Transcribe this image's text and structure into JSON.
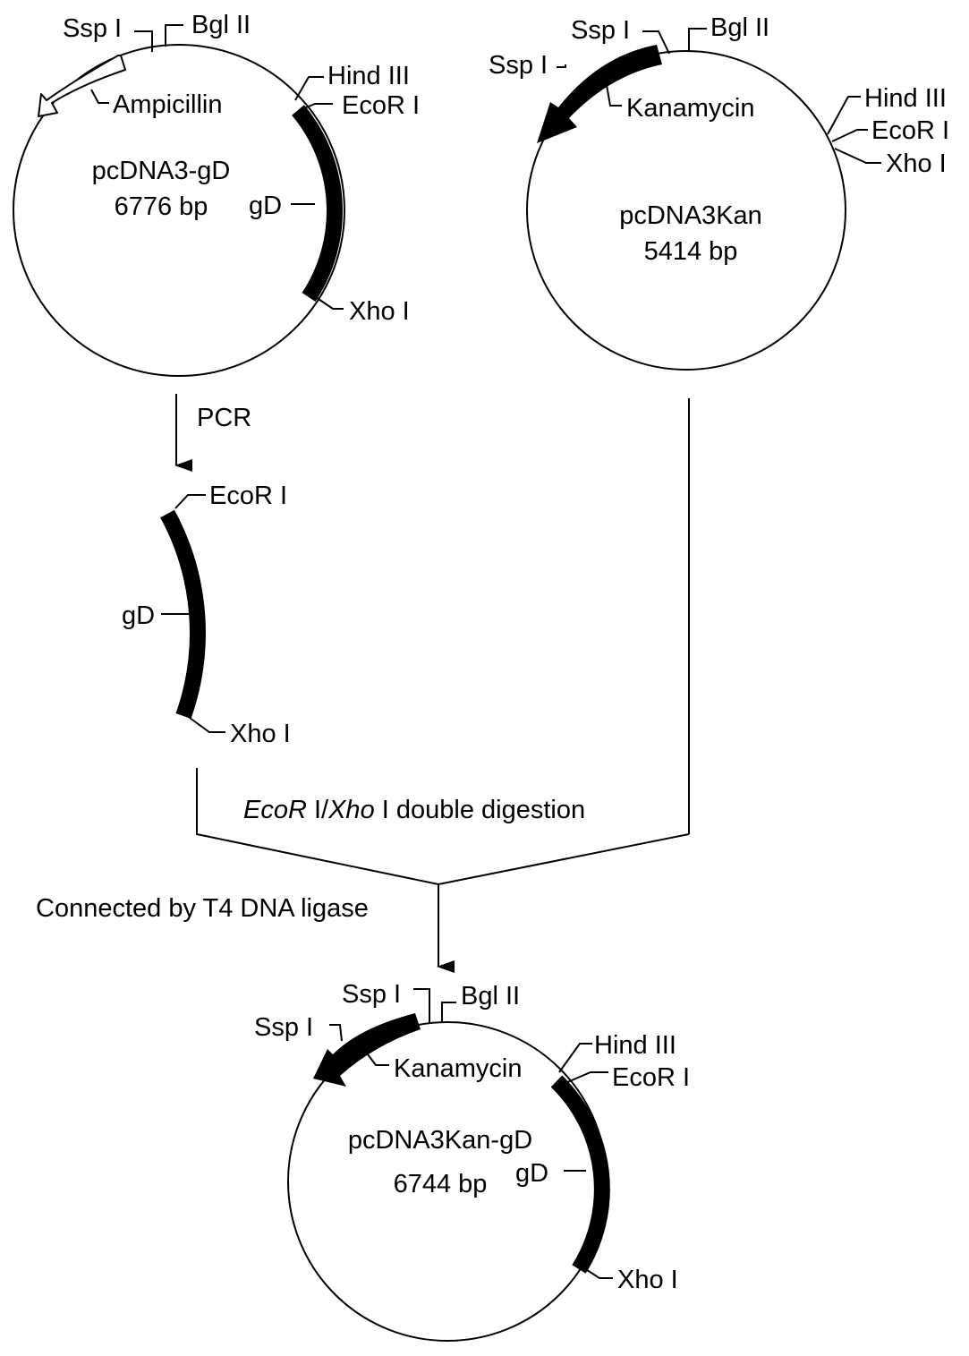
{
  "plasmids": {
    "source": {
      "name": "pcDNA3-gD",
      "size": "6776 bp",
      "sites": {
        "ssp": "Ssp I",
        "bgl": "Bgl II",
        "hind": "Hind III",
        "ecor": "EcoR I",
        "xho": "Xho I"
      },
      "genes": {
        "amp": "Ampicillin",
        "gd": "gD"
      }
    },
    "vector": {
      "name": "pcDNA3Kan",
      "size": "5414 bp",
      "sites": {
        "ssp1": "Ssp I",
        "bgl": "Bgl II",
        "ssp2": "Ssp I",
        "hind": "Hind III",
        "ecor": "EcoR I",
        "xho": "Xho I"
      },
      "genes": {
        "kan": "Kanamycin"
      }
    },
    "product": {
      "name": "pcDNA3Kan-gD",
      "size": "6744 bp",
      "sites": {
        "ssp1": "Ssp I",
        "bgl": "Bgl II",
        "ssp2": "Ssp I",
        "hind": "Hind III",
        "ecor": "EcoR I",
        "xho": "Xho I"
      },
      "genes": {
        "kan": "Kanamycin",
        "gd": "gD"
      }
    }
  },
  "fragment": {
    "ecor": "EcoR I",
    "gd": "gD",
    "xho": "Xho I"
  },
  "steps": {
    "pcr": "PCR",
    "digest_ecor": "EcoR",
    "digest_i1": " I/",
    "digest_xho": "Xho",
    "digest_rest": " I double digestion",
    "ligation": "Connected by T4 DNA ligase"
  }
}
